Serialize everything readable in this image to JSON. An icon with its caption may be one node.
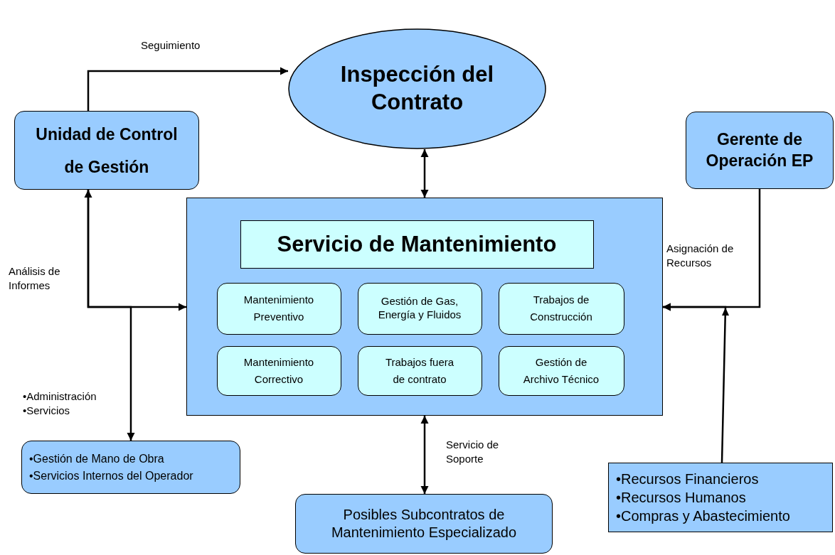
{
  "diagram": {
    "nodes": [
      {
        "text": [
          "Inspección del Contrato"
        ]
      },
      {
        "text": [
          "Unidad de Control de Gestión"
        ]
      },
      {
        "text": [
          "Gerente de Operación EP"
        ]
      },
      {
        "text": [],
        "shape": "box"
      },
      {
        "text": [
          "Servicio de Mantenimiento"
        ],
        "in": 3
      },
      {
        "text": [
          "Mantenimiento Preventivo"
        ],
        "in": 3
      },
      {
        "text": [
          "Gestión de Gas, Energía y Fluidos"
        ],
        "in": 3
      },
      {
        "text": [
          "Trabajos de Construcción"
        ],
        "in": 3
      },
      {
        "text": [
          "Mantenimiento Correctivo"
        ],
        "in": 3
      },
      {
        "text": [
          "Trabajos fuera de contrato"
        ],
        "in": 3
      },
      {
        "text": [
          "Gestión de Archivo Técnico"
        ],
        "in": 3
      },
      {
        "text": [
          "•Gestión de Mano de Obra",
          "•Servicios Internos del Operador"
        ]
      },
      {
        "text": [
          "Posibles Subcontratos de Mantenimiento Especializado"
        ]
      },
      {
        "text": [
          "•Recursos Financieros",
          "•Recursos Humanos",
          "•Compras y Abastecimiento"
        ]
      }
    ],
    "edges": [
      {
        "from": 1,
        "to": 0,
        "arrow": "to",
        "label": "Seguimiento"
      },
      {
        "from": 0,
        "to": 3,
        "arrow": "both"
      },
      {
        "from": 1,
        "to": 3,
        "arrow": "both",
        "label": "Análisis de Informes"
      },
      {
        "from": 1,
        "to": 11,
        "arrow": "to",
        "label": "•Administración •Servicios"
      },
      {
        "from": 2,
        "to": 3,
        "arrow": "to",
        "label": "Asignación de Recursos"
      },
      {
        "from": 13,
        "to": 3,
        "arrow": "to"
      },
      {
        "from": 3,
        "to": 12,
        "arrow": "both",
        "label": "Servicio de Soporte"
      }
    ]
  }
}
